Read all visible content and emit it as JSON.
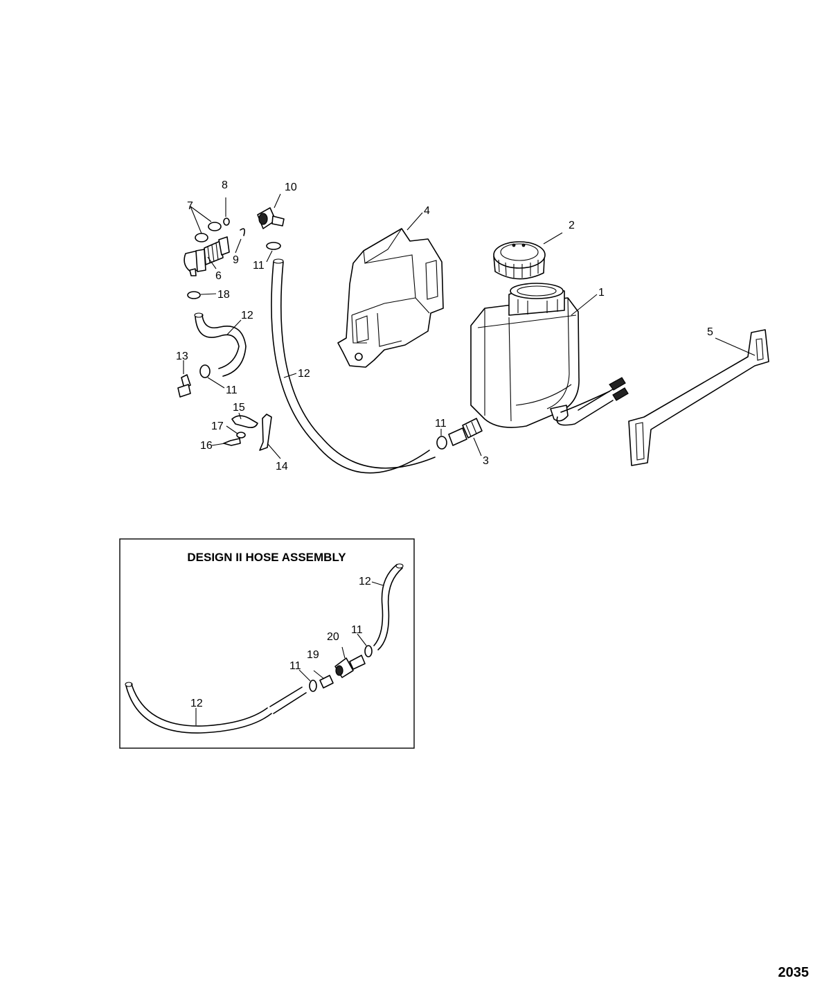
{
  "callouts": {
    "c1": "1",
    "c2": "2",
    "c3": "3",
    "c4": "4",
    "c5": "5",
    "c6": "6",
    "c7": "7",
    "c8": "8",
    "c9": "9",
    "c10": "10",
    "c11a": "11",
    "c11b": "11",
    "c11c": "11",
    "c12a": "12",
    "c12b": "12",
    "c13": "13",
    "c14": "14",
    "c15": "15",
    "c16": "16",
    "c17": "17",
    "c18": "18"
  },
  "inset": {
    "title": "DESIGN II HOSE ASSEMBLY",
    "callouts": {
      "c12a": "12",
      "c12b": "12",
      "c11a": "11",
      "c11b": "11",
      "c19": "19",
      "c20": "20"
    }
  },
  "figure_number": "2035"
}
